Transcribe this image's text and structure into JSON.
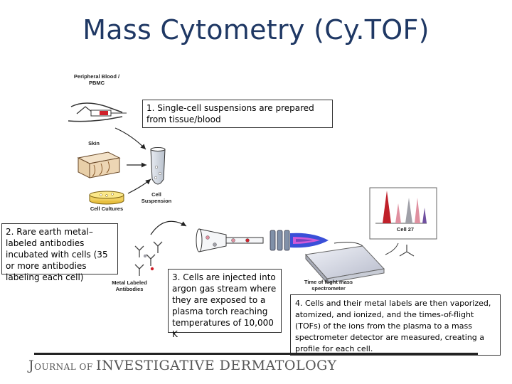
{
  "title": "Mass Cytometry (Cy.TOF)",
  "labels": {
    "peripheral": "Peripheral Blood / PBMC",
    "skin": "Skin",
    "cell_cultures": "Cell Cultures",
    "cell_suspension": "Cell Suspension",
    "metal_labeled": "Metal Labeled Antibodies",
    "cell27": "Cell 27",
    "tof_spec": "Time of flight mass spectrometer"
  },
  "steps": {
    "step1": "1. Single-cell suspensions are prepared from tissue/blood",
    "step2": "2. Rare earth metal–labeled antibodies incubated with cells (35 or more antibodies labeling each cell)",
    "step3": "3. Cells are injected into argon gas stream where they are exposed to a plasma torch reaching temperatures of 10,000 K",
    "step4": "4. Cells and their metal labels are then vaporized, atomized, and ionized, and the times-of-flight (TOFs) of the ions from the plasma to a mass spectrometer detector are measured, creating a profile for each cell."
  },
  "footer": {
    "j_cap": "J",
    "j_rest": "OURNAL OF ",
    "i_cap": "I",
    "i_rest": "NVESTIGATIVE ",
    "d_cap": "D",
    "d_rest": "ERMATOLOGY"
  },
  "colors": {
    "title": "#1f3864",
    "torch": "#3a4fd8",
    "plasma": "#d05ad8",
    "peak_red": "#c0202a",
    "peak_pink": "#e090a0",
    "peak_gray": "#a0a0a8",
    "peak_purple": "#7050a0"
  }
}
